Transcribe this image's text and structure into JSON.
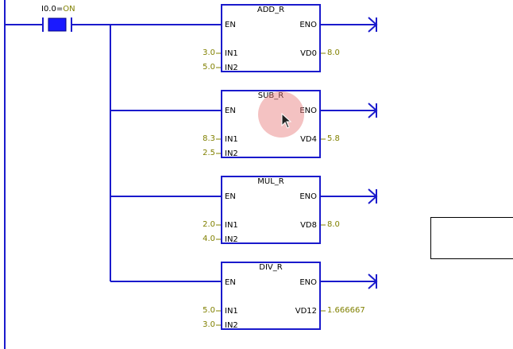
{
  "contact": {
    "name": "I0.0",
    "equals": "=",
    "state": "ON"
  },
  "colors": {
    "wire": "#1a1acc",
    "value": "#808000"
  },
  "blocks": [
    {
      "title": "ADD_R",
      "en": "EN",
      "eno": "ENO",
      "in1": "IN1",
      "in2": "IN2",
      "in1_value": "3.0",
      "in2_value": "5.0",
      "out": "VD0",
      "out_value": "8.0"
    },
    {
      "title": "SUB_R",
      "en": "EN",
      "eno": "ENO",
      "in1": "IN1",
      "in2": "IN2",
      "in1_value": "8.3",
      "in2_value": "2.5",
      "out": "VD4",
      "out_value": "5.8"
    },
    {
      "title": "MUL_R",
      "en": "EN",
      "eno": "ENO",
      "in1": "IN1",
      "in2": "IN2",
      "in1_value": "2.0",
      "in2_value": "4.0",
      "out": "VD8",
      "out_value": "8.0"
    },
    {
      "title": "DIV_R",
      "en": "EN",
      "eno": "ENO",
      "in1": "IN1",
      "in2": "IN2",
      "in1_value": "5.0",
      "in2_value": "3.0",
      "out": "VD12",
      "out_value": "1.666667"
    }
  ],
  "cursor": {
    "icon": "arrow-cursor-icon"
  }
}
